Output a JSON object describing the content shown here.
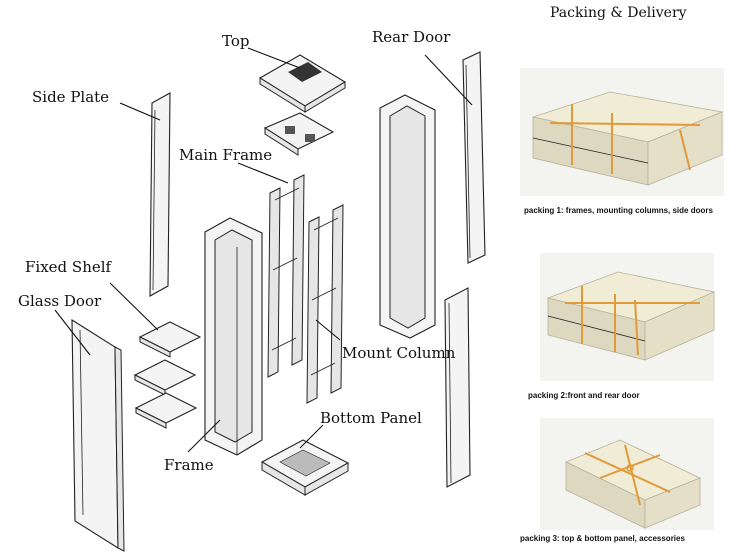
{
  "heading": "Packing & Delivery",
  "labels": {
    "top": "Top",
    "rear_door": "Rear Door",
    "side_plate": "Side Plate",
    "main_frame": "Main Frame",
    "fixed_shelf": "Fixed Shelf",
    "glass_door": "Glass Door",
    "mount_column": "Mount Column",
    "bottom_panel": "Bottom Panel",
    "frame": "Frame"
  },
  "packing": [
    {
      "caption": "packing 1: frames, mounting columns, side doors"
    },
    {
      "caption": "packing 2:front and rear door"
    },
    {
      "caption": "packing 3: top & bottom panel, accessories"
    }
  ],
  "colors": {
    "tape": "#e09a3a",
    "carton": "#f0ecd6",
    "line": "#222222"
  }
}
